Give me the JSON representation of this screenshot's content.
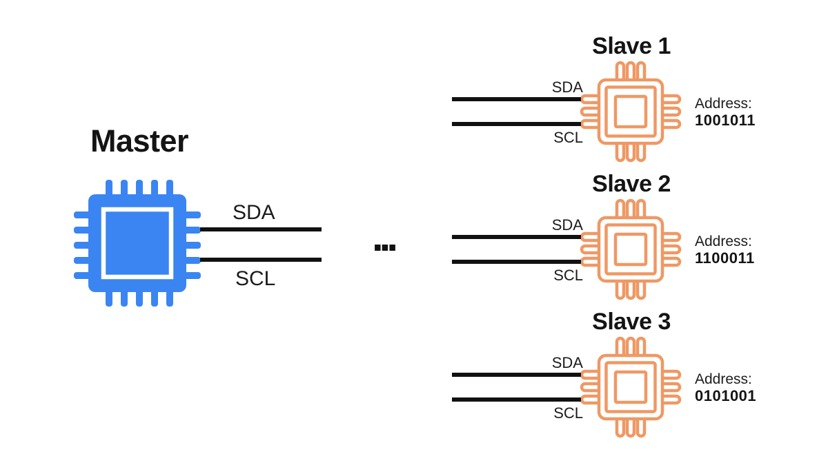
{
  "colors": {
    "master_blue": "#3A85F2",
    "slave_orange": "#EF9864",
    "wire_black": "#111111",
    "text_black": "#141414"
  },
  "master": {
    "title": "Master",
    "sda_label": "SDA",
    "scl_label": "SCL"
  },
  "bus_ellipsis": "...",
  "slaves": [
    {
      "title": "Slave 1",
      "sda_label": "SDA",
      "scl_label": "SCL",
      "address_label": "Address:",
      "address_value": "1001011"
    },
    {
      "title": "Slave 2",
      "sda_label": "SDA",
      "scl_label": "SCL",
      "address_label": "Address:",
      "address_value": "1100011"
    },
    {
      "title": "Slave 3",
      "sda_label": "SDA",
      "scl_label": "SCL",
      "address_label": "Address:",
      "address_value": "0101001"
    }
  ]
}
